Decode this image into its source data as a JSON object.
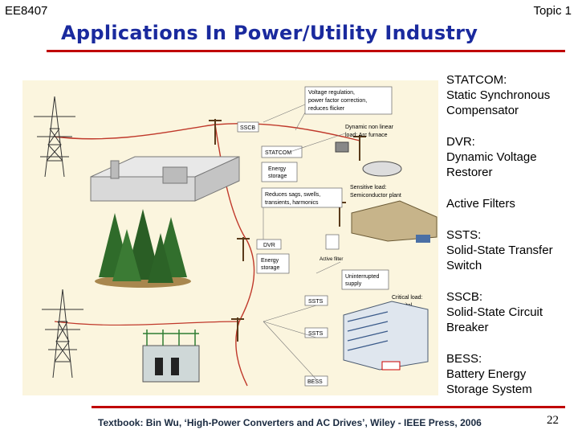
{
  "header": {
    "course": "EE8407",
    "topic": "Topic 1",
    "title": "Applications In Power/Utility Industry"
  },
  "definitions": [
    {
      "abbr": "STATCOM:",
      "lines": [
        "Static Synchronous",
        "Compensator"
      ]
    },
    {
      "abbr": "DVR:",
      "lines": [
        "Dynamic Voltage",
        "Restorer"
      ]
    },
    {
      "abbr": "Active Filters",
      "lines": []
    },
    {
      "abbr": "SSTS:",
      "lines": [
        "Solid-State Transfer",
        "Switch"
      ]
    },
    {
      "abbr": "SSCB:",
      "lines": [
        "Solid-State Circuit",
        "Breaker"
      ]
    },
    {
      "abbr": "BESS:",
      "lines": [
        "Battery Energy",
        "Storage System"
      ]
    }
  ],
  "figure": {
    "labels": {
      "voltage_reg": [
        "Voltage regulation,",
        "power factor correction,",
        "reduces flicker"
      ],
      "sscb": "SSCB",
      "statcom": "STATCOM",
      "energy_storage": [
        "Energy",
        "storage"
      ],
      "dynamic_load": [
        "Dynamic non linear",
        "load: Arc furnace"
      ],
      "reduces_sags": [
        "Reduces sags, swells,",
        "transients, harmonics"
      ],
      "sensitive_load": [
        "Sensitive load:",
        "Semiconductor plant"
      ],
      "dvr": "DVR",
      "energy_storage2": [
        "Energy",
        "storage"
      ],
      "active_filter": "Active filter",
      "ups": [
        "Uninterrupted",
        "supply"
      ],
      "ssts1": "SSTS",
      "critical_load": [
        "Critical load:",
        "Hospital"
      ],
      "ssts2": "SSTS",
      "bess": "BESS"
    }
  },
  "footer": {
    "text": "Textbook: Bin Wu, ‘High-Power Converters and AC Drives’, Wiley - IEEE Press, 2006",
    "page": "22"
  }
}
